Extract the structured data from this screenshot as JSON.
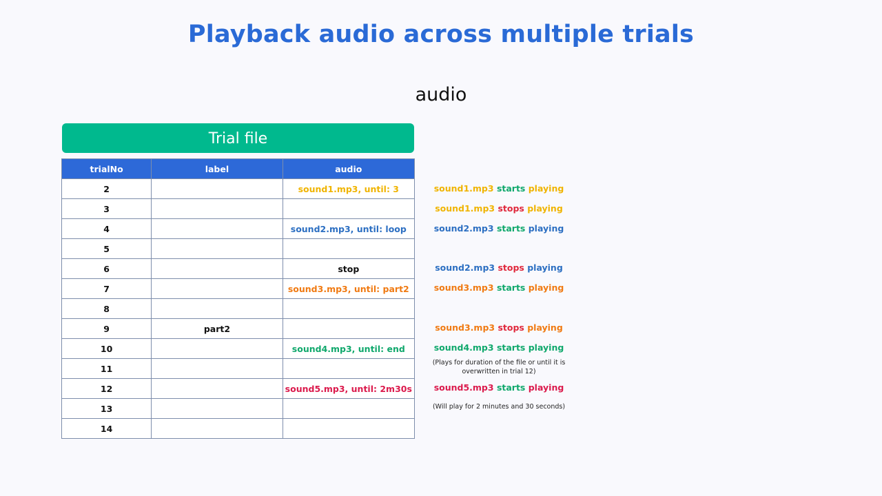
{
  "title": "Playback audio across multiple trials",
  "subtitle": "audio",
  "banner": "Trial file",
  "colors": {
    "yellow": "#f0b400",
    "blue": "#2c6fc2",
    "orange": "#f07a12",
    "green": "#10a86c",
    "red": "#e0283c",
    "crimson": "#db1a4c",
    "black": "#111111"
  },
  "table": {
    "headers": [
      "trialNo",
      "label",
      "audio"
    ],
    "rows": [
      {
        "trialNo": "2",
        "label": "",
        "audio": "sound1.mp3, until: 3",
        "color": "yellow"
      },
      {
        "trialNo": "3",
        "label": "",
        "audio": "",
        "color": "black"
      },
      {
        "trialNo": "4",
        "label": "",
        "audio": "sound2.mp3, until: loop",
        "color": "blue"
      },
      {
        "trialNo": "5",
        "label": "",
        "audio": "",
        "color": "black"
      },
      {
        "trialNo": "6",
        "label": "",
        "audio": "stop",
        "color": "black"
      },
      {
        "trialNo": "7",
        "label": "",
        "audio": "sound3.mp3, until: part2",
        "color": "orange"
      },
      {
        "trialNo": "8",
        "label": "",
        "audio": "",
        "color": "black"
      },
      {
        "trialNo": "9",
        "label": "part2",
        "audio": "",
        "color": "black"
      },
      {
        "trialNo": "10",
        "label": "",
        "audio": "sound4.mp3, until: end",
        "color": "green"
      },
      {
        "trialNo": "11",
        "label": "",
        "audio": "",
        "color": "black"
      },
      {
        "trialNo": "12",
        "label": "",
        "audio": "sound5.mp3, until: 2m30s",
        "color": "crimson"
      },
      {
        "trialNo": "13",
        "label": "",
        "audio": "",
        "color": "black"
      },
      {
        "trialNo": "14",
        "label": "",
        "audio": "",
        "color": "black"
      }
    ]
  },
  "notes": [
    {
      "row": 0,
      "file": "sound1.mp3",
      "fileColor": "yellow",
      "verb": "starts",
      "verbColor": "green",
      "tail": "playing",
      "tailColor": "yellow"
    },
    {
      "row": 1,
      "file": "sound1.mp3",
      "fileColor": "yellow",
      "verb": "stops",
      "verbColor": "red",
      "tail": "playing",
      "tailColor": "yellow"
    },
    {
      "row": 2,
      "file": "sound2.mp3",
      "fileColor": "blue",
      "verb": "starts",
      "verbColor": "green",
      "tail": "playing",
      "tailColor": "blue"
    },
    {
      "row": 4,
      "file": "sound2.mp3",
      "fileColor": "blue",
      "verb": "stops",
      "verbColor": "red",
      "tail": "playing",
      "tailColor": "blue"
    },
    {
      "row": 5,
      "file": "sound3.mp3",
      "fileColor": "orange",
      "verb": "starts",
      "verbColor": "green",
      "tail": "playing",
      "tailColor": "orange"
    },
    {
      "row": 7,
      "file": "sound3.mp3",
      "fileColor": "orange",
      "verb": "stops",
      "verbColor": "red",
      "tail": "playing",
      "tailColor": "orange"
    },
    {
      "row": 8,
      "file": "sound4.mp3",
      "fileColor": "green",
      "verb": "starts",
      "verbColor": "green",
      "tail": "playing",
      "tailColor": "green"
    },
    {
      "row": 10,
      "file": "sound5.mp3",
      "fileColor": "crimson",
      "verb": "starts",
      "verbColor": "green",
      "tail": "playing",
      "tailColor": "crimson"
    }
  ],
  "footnotes": [
    {
      "row": 9,
      "lines": [
        "(Plays for duration of the file or until it is",
        "overwritten in trial 12)"
      ]
    },
    {
      "row": 11,
      "lines": [
        "(Will play for 2 minutes and 30 seconds)"
      ]
    }
  ]
}
